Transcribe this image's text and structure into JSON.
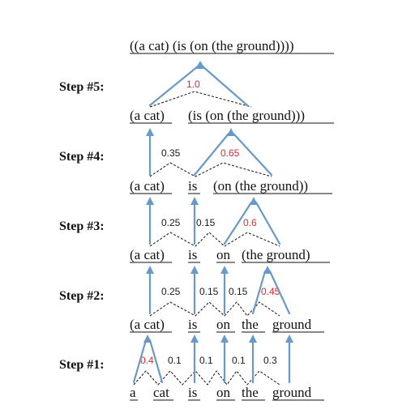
{
  "colors": {
    "arrow": "#6699cc",
    "highlight": "#e8262f",
    "score": "#1a1a1a",
    "text": "#111111"
  },
  "title": "((a cat) (is (on (the ground))))",
  "steps": [
    {
      "label": "Step #1:",
      "tokens": [
        "a",
        "cat",
        "is",
        "on",
        "the",
        "ground"
      ],
      "scores": [
        "0.4",
        "0.1",
        "0.1",
        "0.1",
        "0.3"
      ],
      "best": 0
    },
    {
      "label": "Step #2:",
      "tokens": [
        "(a cat)",
        "is",
        "on",
        "the",
        "ground"
      ],
      "scores": [
        "0.25",
        "0.15",
        "0.15",
        "0.45"
      ],
      "best": 3
    },
    {
      "label": "Step #3:",
      "tokens": [
        "(a cat)",
        "is",
        "on",
        "(the ground)"
      ],
      "scores": [
        "0.25",
        "0.15",
        "0.6"
      ],
      "best": 2
    },
    {
      "label": "Step #4:",
      "tokens": [
        "(a cat)",
        "is",
        "(on (the ground))"
      ],
      "scores": [
        "0.35",
        "0.65"
      ],
      "best": 1
    },
    {
      "label": "Step #5:",
      "tokens": [
        "(a cat)",
        "(is (on (the ground)))"
      ],
      "scores": [
        "1.0"
      ],
      "best": 0
    }
  ]
}
